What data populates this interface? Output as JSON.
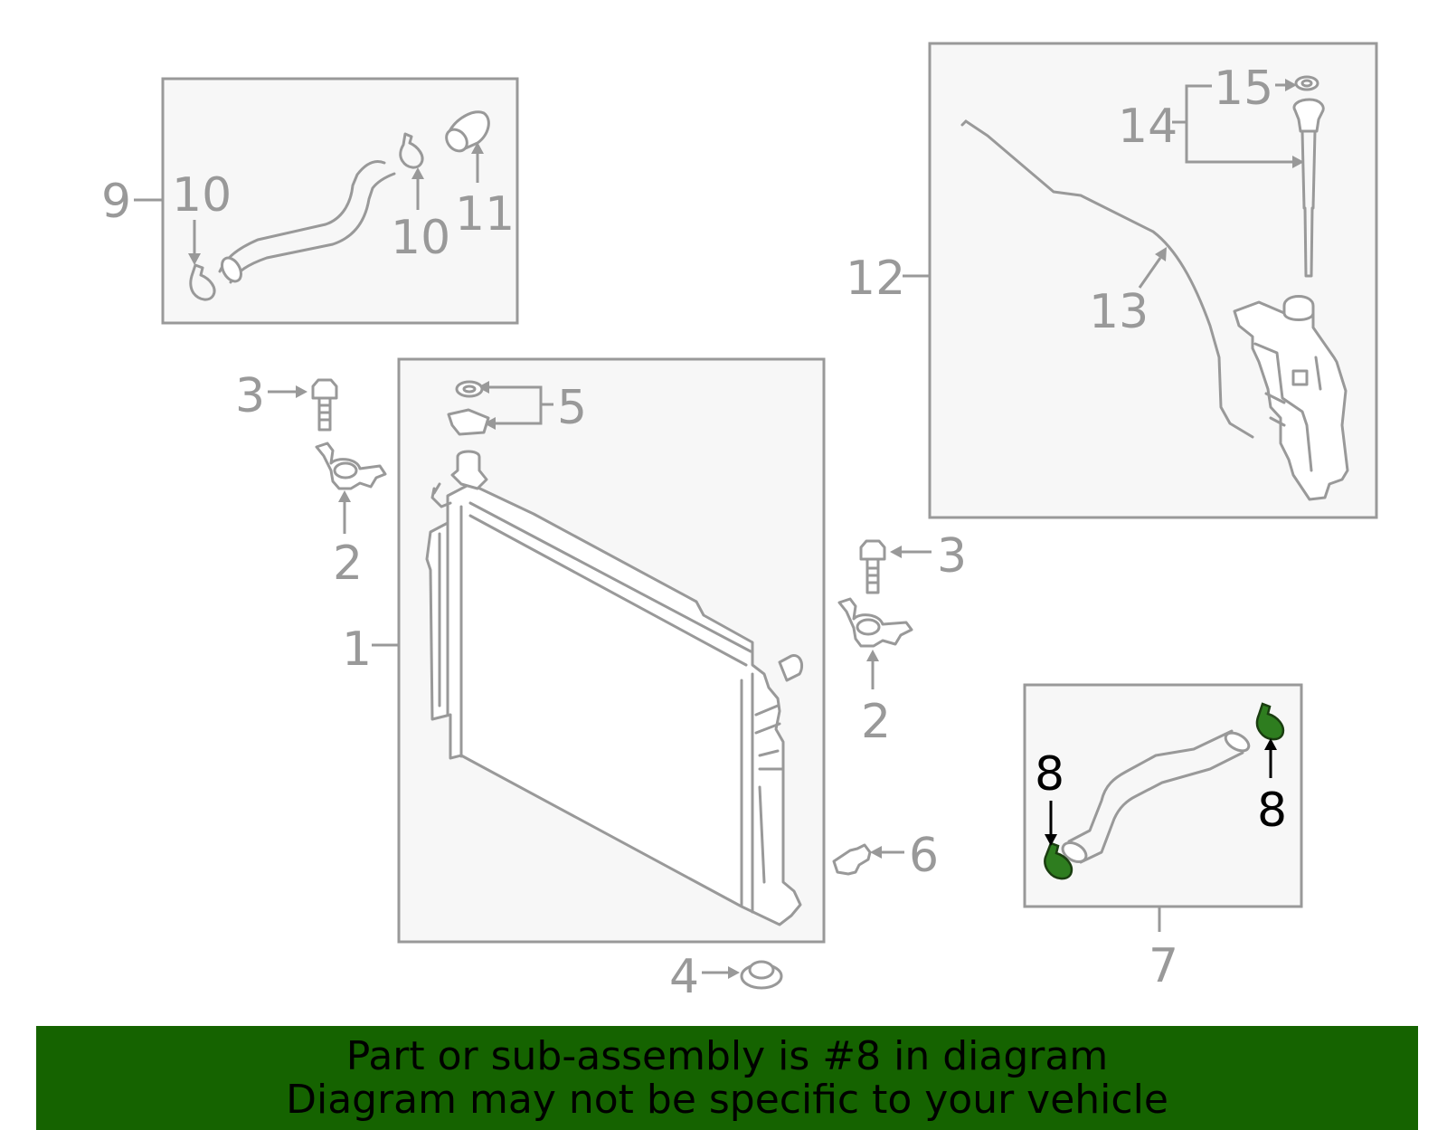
{
  "diagram": {
    "callouts": {
      "c1": "1",
      "c2a": "2",
      "c2b": "2",
      "c3a": "3",
      "c3b": "3",
      "c4": "4",
      "c5": "5",
      "c6": "6",
      "c7": "7",
      "c8a": "8",
      "c8b": "8",
      "c9": "9",
      "c10a": "10",
      "c10b": "10",
      "c11": "11",
      "c12": "12",
      "c13": "13",
      "c14": "14",
      "c15": "15"
    },
    "highlighted_part": "8",
    "highlight_color": "#2e7d1f"
  },
  "banner": {
    "line1": "Part or sub-assembly is #8 in diagram",
    "line2": "Diagram may not be specific to your vehicle",
    "background_color": "#156300"
  }
}
